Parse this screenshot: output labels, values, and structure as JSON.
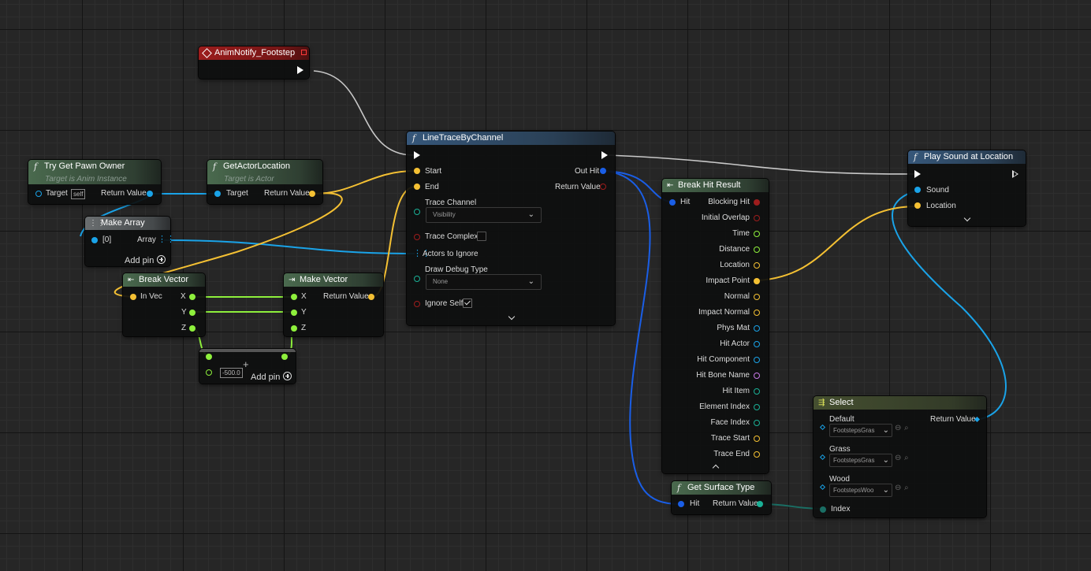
{
  "nodes": {
    "anim_notify": {
      "title": "AnimNotify_Footstep"
    },
    "try_get_pawn": {
      "title": "Try Get Pawn Owner",
      "subtitle": "Target is Anim Instance",
      "target": "Target",
      "target_default": "self",
      "return_value": "Return Value"
    },
    "get_actor_location": {
      "title": "GetActorLocation",
      "subtitle": "Target is Actor",
      "target": "Target",
      "return_value": "Return Value"
    },
    "make_array": {
      "title": "Make Array",
      "item": "[0]",
      "array": "Array",
      "add_pin": "Add pin"
    },
    "break_vector": {
      "title": "Break Vector",
      "in_vec": "In Vec",
      "x": "X",
      "y": "Y",
      "z": "Z"
    },
    "make_vector": {
      "title": "Make Vector",
      "x": "X",
      "y": "Y",
      "z": "Z",
      "return_value": "Return Value"
    },
    "add_node": {
      "value": "-500.0",
      "add_pin": "Add pin"
    },
    "line_trace": {
      "title": "LineTraceByChannel",
      "start": "Start",
      "end": "End",
      "out_hit": "Out Hit",
      "return_value": "Return Value",
      "trace_channel": "Trace Channel",
      "trace_channel_value": "Visibility",
      "trace_complex": "Trace Complex",
      "actors_to_ignore": "Actors to Ignore",
      "draw_debug_type": "Draw Debug Type",
      "draw_debug_value": "None",
      "ignore_self": "Ignore Self"
    },
    "break_hit": {
      "title": "Break Hit Result",
      "hit": "Hit",
      "outputs": [
        "Blocking Hit",
        "Initial Overlap",
        "Time",
        "Distance",
        "Location",
        "Impact Point",
        "Normal",
        "Impact Normal",
        "Phys Mat",
        "Hit Actor",
        "Hit Component",
        "Hit Bone Name",
        "Hit Item",
        "Element Index",
        "Face Index",
        "Trace Start",
        "Trace End"
      ]
    },
    "get_surface_type": {
      "title": "Get Surface Type",
      "hit": "Hit",
      "return_value": "Return Value"
    },
    "select": {
      "title": "Select",
      "return_value": "Return Value",
      "index": "Index",
      "options": [
        {
          "label": "Default",
          "value": "FootstepsGras"
        },
        {
          "label": "Grass",
          "value": "FootstepsGras"
        },
        {
          "label": "Wood",
          "value": "FootstepsWoo"
        }
      ]
    },
    "play_sound": {
      "title": "Play Sound at Location",
      "sound": "Sound",
      "location": "Location"
    }
  },
  "colors": {
    "exec": "#ffffff",
    "vector": "#f4c033",
    "object": "#1aa3e8",
    "struct": "#1a5ee6",
    "float": "#8ef03c",
    "bool": "#9e1d1d",
    "byte_enum": "#1ab096",
    "name": "#c778e6",
    "wire_exec": "#c8c8c8",
    "function_header": "#36577a",
    "pure_header": "#4a6a4e",
    "event_header": "#9c1d1d"
  }
}
